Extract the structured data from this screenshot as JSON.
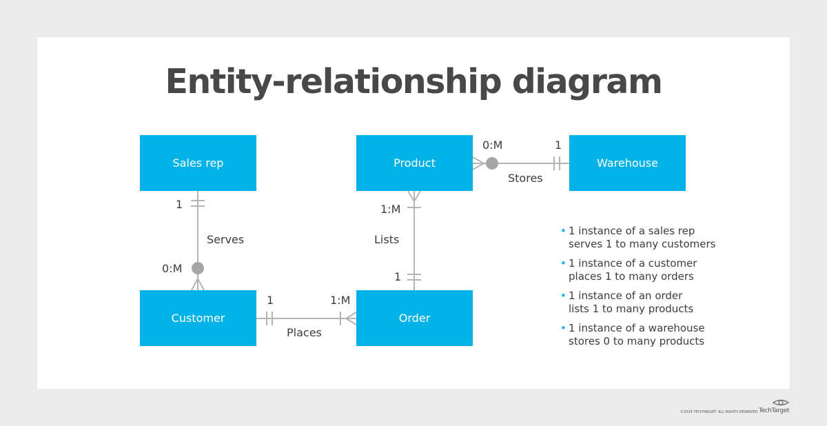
{
  "title": "Entity-relationship diagram",
  "entities": {
    "sales_rep": "Sales rep",
    "product": "Product",
    "warehouse": "Warehouse",
    "customer": "Customer",
    "order": "Order"
  },
  "relationships": {
    "serves": {
      "label": "Serves",
      "card_top": "1",
      "card_bottom": "0:M"
    },
    "stores": {
      "label": "Stores",
      "card_left": "0:M",
      "card_right": "1"
    },
    "lists": {
      "label": "Lists",
      "card_top": "1:M",
      "card_bottom": "1"
    },
    "places": {
      "label": "Places",
      "card_left": "1",
      "card_right": "1:M"
    }
  },
  "notes": [
    {
      "line1": "1 instance of a sales rep",
      "line2": "serves 1 to many customers"
    },
    {
      "line1": "1 instance of a customer",
      "line2": "places 1 to many orders"
    },
    {
      "line1": "1 instance of an order",
      "line2": "lists 1 to many products"
    },
    {
      "line1": "1 instance of a warehouse",
      "line2": "stores 0 to many products"
    }
  ],
  "footer": {
    "copyright": "©2024 TECHTARGET. ALL RIGHTS RESERVED",
    "brand": "TechTarget"
  },
  "colors": {
    "entity_fill": "#00b2e8",
    "connector": "#b4b4b4",
    "optional_circle": "#a6a6a6",
    "title": "#484848",
    "background": "#ececec",
    "card": "#ffffff"
  }
}
